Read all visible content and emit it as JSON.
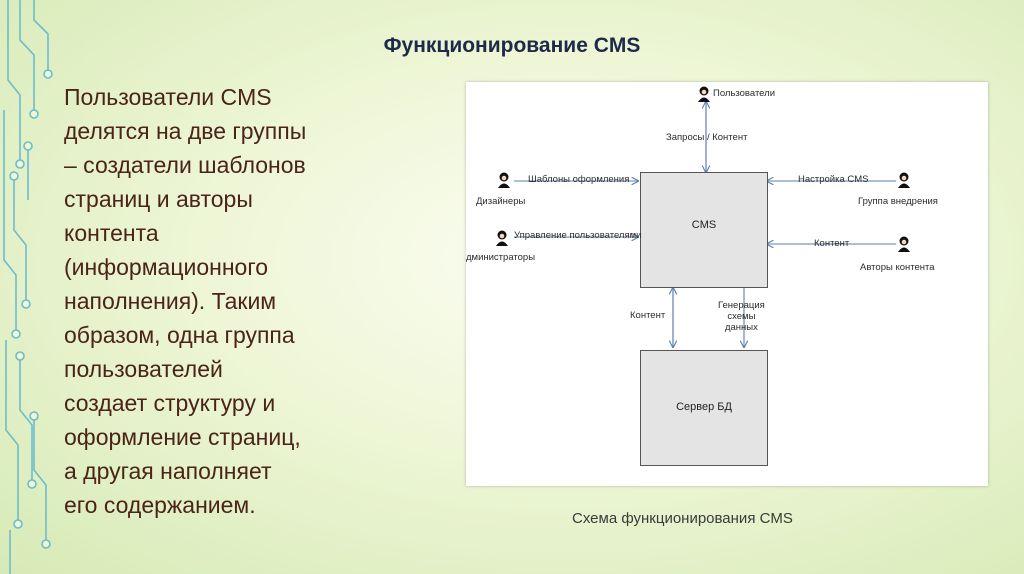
{
  "slide": {
    "title": "Функционирование CMS",
    "body": "Пользователи CMS\nделятся на две группы\n– создатели шаблонов\nстраниц и авторы\nконтента\n(информационного\nнаполнения). Таким\nобразом, одна группа\nпользователей\nсоздает структуру и\nоформление страниц,\nа другая наполняет\nего содержанием.",
    "caption": "Схема функционирования CMS"
  },
  "diagram": {
    "cms_box": "CMS",
    "db_box": "Сервер БД",
    "actors": {
      "users": "Пользователи",
      "designers": "Дизайнеры",
      "administrators": "дминистраторы",
      "deployment_group": "Группа внедрения",
      "content_authors": "Авторы контента"
    },
    "arrows": {
      "requests_content": "Запросы / Контент",
      "templates": "Шаблоны оформления",
      "user_management": "Управление пользователями",
      "cms_setup": "Настройка CMS",
      "content_right": "Контент",
      "content_bottom": "Контент",
      "schema_generation": "Генерация\nсхемы\nданных"
    }
  },
  "colors": {
    "title": "#1e2a4a",
    "body_text": "#4a2418",
    "circuit": "#5fb4c6"
  }
}
